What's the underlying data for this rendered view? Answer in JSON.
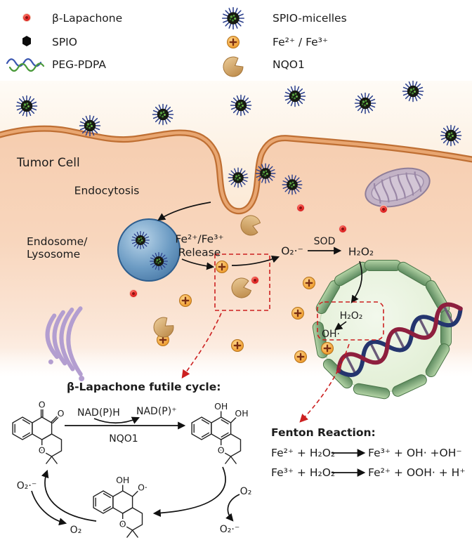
{
  "legend": {
    "beta_lapachone": "β-Lapachone",
    "spio": "SPIO",
    "peg_pdpa": "PEG-PDPA",
    "spio_micelles": "SPIO-micelles",
    "fe_ions": "Fe²⁺ / Fe³⁺",
    "nqo1": "NQO1"
  },
  "cell": {
    "tumor_cell": "Tumor Cell",
    "endocytosis": "Endocytosis",
    "endosome_line1": "Endosome/",
    "endosome_line2": "Lysosome",
    "release_line1": "Fe²⁺/Fe³⁺",
    "release_line2": "Release",
    "superoxide": "O₂·⁻",
    "sod": "SOD",
    "h2o2": "H₂O₂",
    "nucleus_h2o2": "H₂O₂",
    "hydroxyl": "OH·"
  },
  "futile_cycle": {
    "title": "β-Lapachone futile cycle:",
    "nadph": "NAD(P)H",
    "nadp_plus": "NAD(P)⁺",
    "enzyme": "NQO1",
    "right_o2": "O₂",
    "right_superoxide": "O₂·⁻",
    "left_superoxide": "O₂·⁻",
    "left_o2": "O₂",
    "quinone": {
      "carbonyl_o_top": "O",
      "carbonyl_o_side": "O",
      "pyran_o": "O"
    },
    "hydroquinone": {
      "oh_top": "OH",
      "oh_side": "OH",
      "pyran_o": "O"
    },
    "semiquinone": {
      "oh_top": "OH",
      "oxygen_radical": "O·",
      "pyran_o": "O"
    }
  },
  "fenton": {
    "title": "Fenton Reaction:",
    "eq1_left": "Fe²⁺ + H₂O₂",
    "eq1_right": "Fe³⁺ + OH· +OH⁻",
    "eq2_left": "Fe³⁺ + H₂O₂",
    "eq2_right": "Fe²⁺ + OOH· + H⁺"
  },
  "colors": {
    "membrane": "#bf6f33",
    "cytoplasm": "#f6cdaf",
    "endosome_blue": "#4e7fae",
    "fe_orange": "#f0a232",
    "nqo1_tan": "#cfa05e",
    "lapachone_red": "#d42020",
    "nucleus_green": "#e8f2df",
    "envelope_green": "#5d8a5f",
    "dna_blue": "#24356e",
    "dna_red": "#8e1f3e",
    "dashed_red": "#cc2020"
  }
}
